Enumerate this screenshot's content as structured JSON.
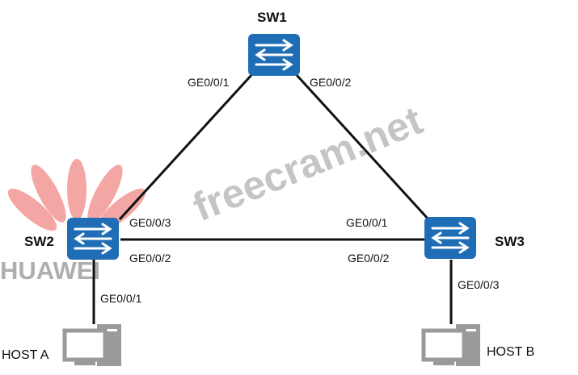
{
  "switches": [
    {
      "name": "SW1"
    },
    {
      "name": "SW2"
    },
    {
      "name": "SW3"
    }
  ],
  "hosts": [
    {
      "name": "HOST A"
    },
    {
      "name": "HOST B"
    }
  ],
  "ports": {
    "sw1_left": "GE0/0/1",
    "sw1_right": "GE0/0/2",
    "sw2_up": "GE0/0/3",
    "sw2_right": "GE0/0/2",
    "sw2_down": "GE0/0/1",
    "sw3_up": "GE0/0/1",
    "sw3_left": "GE0/0/2",
    "sw3_down": "GE0/0/3"
  },
  "watermarks": {
    "site": "freecram.net",
    "logo": "HUAWEI"
  },
  "colors": {
    "switch": "#1f6db5",
    "host": "#9a9a9a",
    "logo": "#e8504a"
  }
}
